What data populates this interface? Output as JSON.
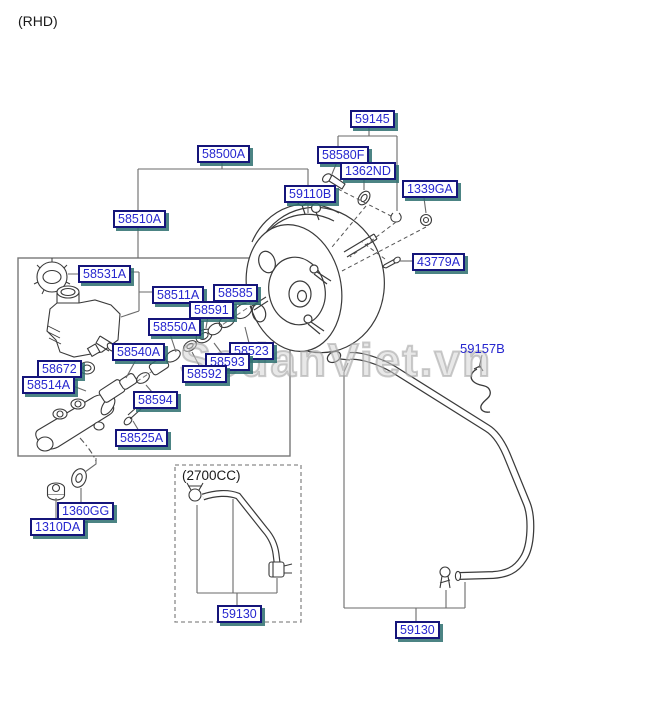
{
  "page": {
    "variant_note": "(RHD)",
    "engine_note": "(2700CC)",
    "watermark": "SedanViet.vn"
  },
  "colors": {
    "label_text": "#2626cf",
    "label_border": "#15157a",
    "label_shadow": "#2d6e6e",
    "line": "#3a3a3a",
    "bracket": "#787878"
  },
  "labels": {
    "l59145": "59145",
    "l58500A": "58500A",
    "l58580F": "58580F",
    "l1362ND": "1362ND",
    "l1339GA": "1339GA",
    "l59110B": "59110B",
    "l58510A": "58510A",
    "l43779A": "43779A",
    "l58531A": "58531A",
    "l58511A": "58511A",
    "l58585": "58585",
    "l58591": "58591",
    "l58550A": "58550A",
    "l58540A": "58540A",
    "l58523": "58523",
    "l58593": "58593",
    "l58592": "58592",
    "l58672": "58672",
    "l58514A": "58514A",
    "l58594": "58594",
    "l58525A": "58525A",
    "l59157B": "59157B",
    "l1360GG": "1360GG",
    "l1310DA": "1310DA",
    "l59130_left": "59130",
    "l59130_right": "59130"
  }
}
